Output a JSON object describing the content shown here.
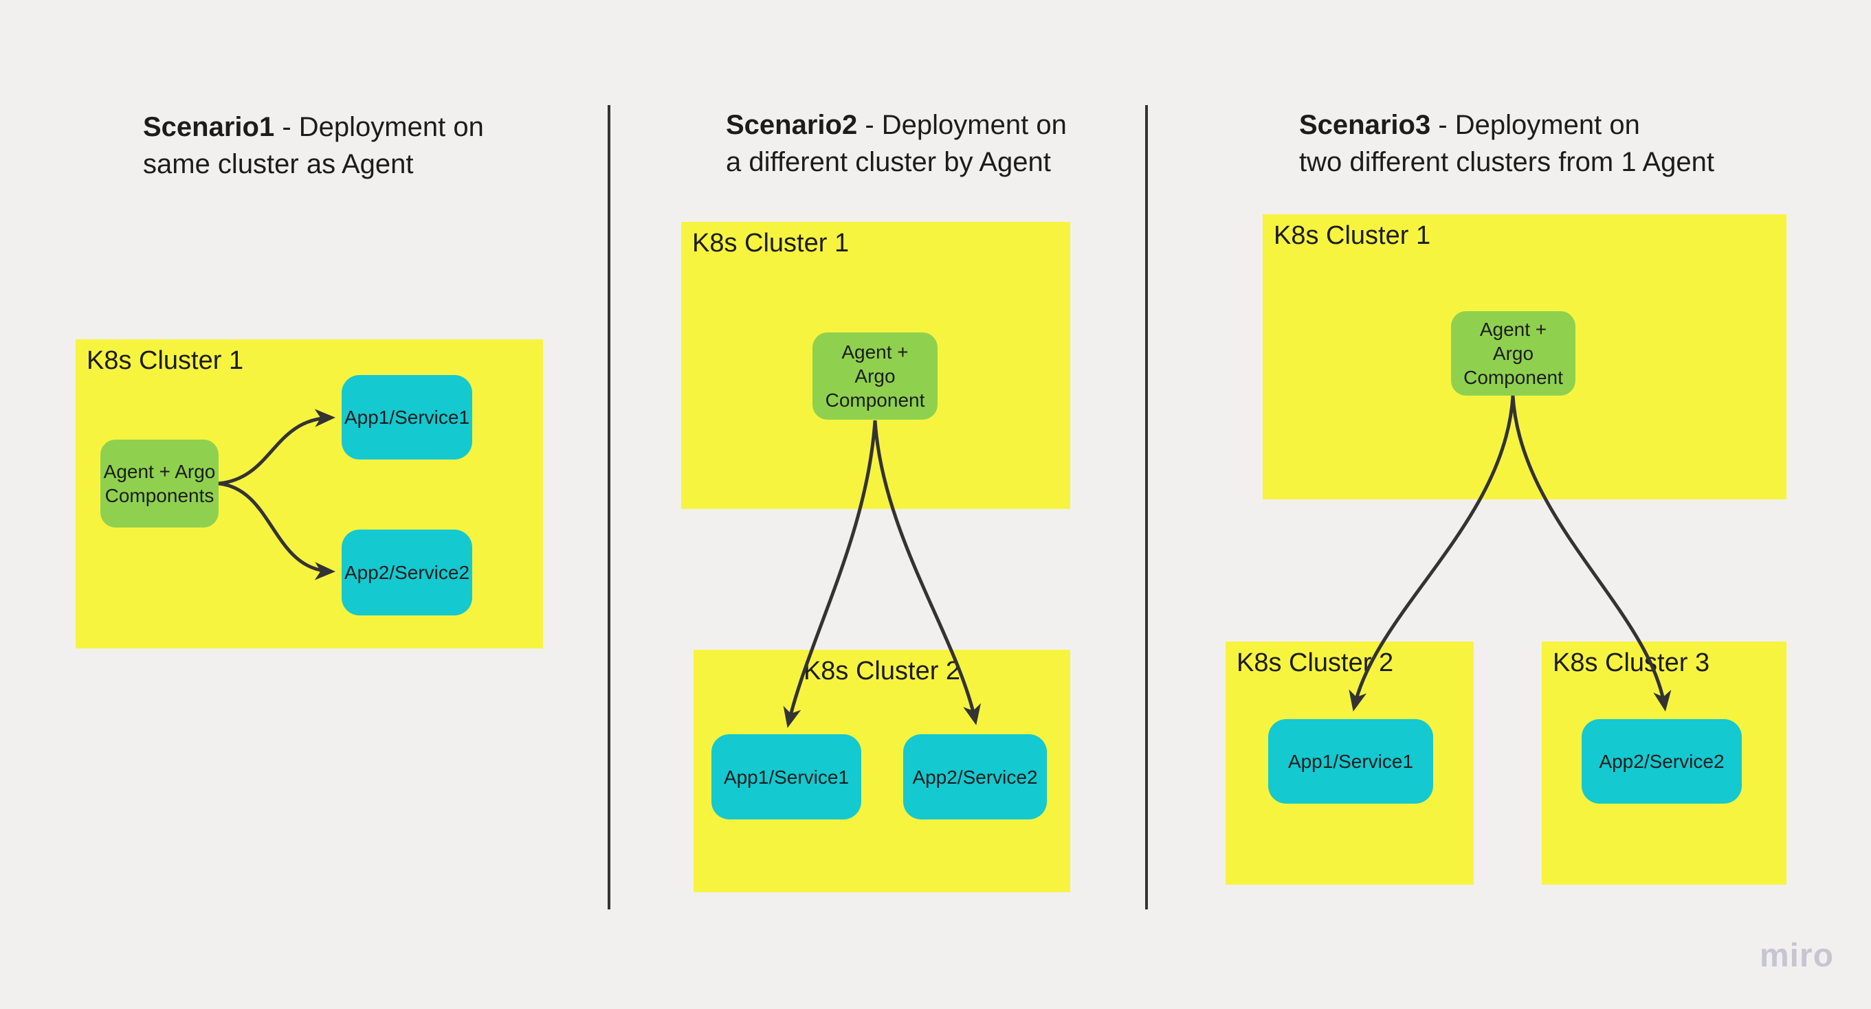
{
  "colors": {
    "background": "#f1f0ee",
    "sticky_yellow": "#f7f440",
    "sticky_green": "#8fd14f",
    "sticky_cyan": "#14c9d0",
    "line": "#333333",
    "text": "#1c1c1c",
    "watermark": "#c6c6d2"
  },
  "scenario1": {
    "title": {
      "bold": "Scenario1",
      "rest": " - Deployment on",
      "line2": "same cluster as Agent"
    },
    "cluster1": {
      "label": "K8s Cluster 1"
    },
    "agent": "Agent + Argo\nComponents",
    "app1": "App1/Service1",
    "app2": "App2/Service2"
  },
  "scenario2": {
    "title": {
      "bold": "Scenario2",
      "rest": " - Deployment on",
      "line2": "a different cluster by Agent"
    },
    "cluster1": {
      "label": "K8s Cluster 1"
    },
    "cluster2": {
      "label": "K8s Cluster 2"
    },
    "agent": "Agent +\nArgo\nComponent",
    "app1": "App1/Service1",
    "app2": "App2/Service2"
  },
  "scenario3": {
    "title": {
      "bold": "Scenario3",
      "rest": " - Deployment on",
      "line2": "two different clusters from 1 Agent"
    },
    "cluster1": {
      "label": "K8s Cluster 1"
    },
    "cluster2": {
      "label": "K8s Cluster 2"
    },
    "cluster3": {
      "label": "K8s Cluster 3"
    },
    "agent": "Agent +\nArgo\nComponent",
    "app1": "App1/Service1",
    "app2": "App2/Service2"
  },
  "watermark": "miro"
}
